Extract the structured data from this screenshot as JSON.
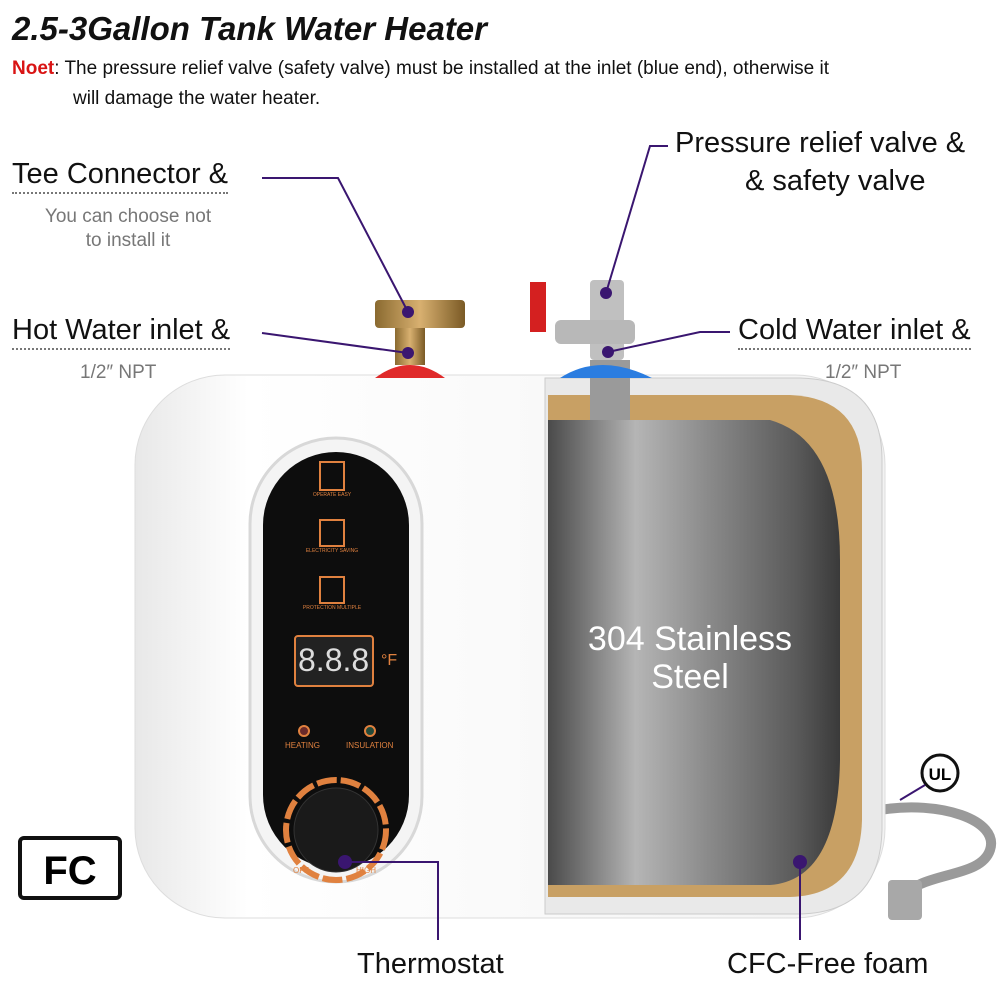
{
  "title": "2.5-3Gallon Tank Water Heater",
  "note": {
    "prefix": "Noet",
    "line1": ": The pressure relief valve (safety valve) must be installed at the inlet (blue end), otherwise it",
    "line2": "will damage the water heater."
  },
  "callouts": {
    "tee": {
      "label": "Tee Connector &",
      "sub1": "You can choose not",
      "sub2": "to install it"
    },
    "hot": {
      "label": "Hot Water inlet &",
      "sub": "1/2″ NPT"
    },
    "prv": {
      "line1": "Pressure relief valve &",
      "line2": "& safety valve"
    },
    "cold": {
      "label": "Cold Water inlet &",
      "sub": "1/2″ NPT"
    },
    "thermostat": "Thermostat",
    "foam": "CFC-Free foam",
    "steel1": "304 Stainless",
    "steel2": "Steel"
  },
  "panel": {
    "icon1": "OPERATE EASY",
    "icon2": "ELECTRICITY SAVING",
    "icon3": "PROTECTION MULTIPLE",
    "display": "8.8.8",
    "unit": "°F",
    "heating": "HEATING",
    "insulation": "INSULATION",
    "off": "OFF",
    "high": "HIGH"
  },
  "logos": {
    "fc": "FC",
    "ul": "UL"
  },
  "colors": {
    "callout_line": "#3a1670",
    "panel_accent": "#e0813f",
    "note_red": "#d91414",
    "hot": "#e02a2a",
    "cold": "#2b7de0",
    "foam": "#c8a064"
  }
}
